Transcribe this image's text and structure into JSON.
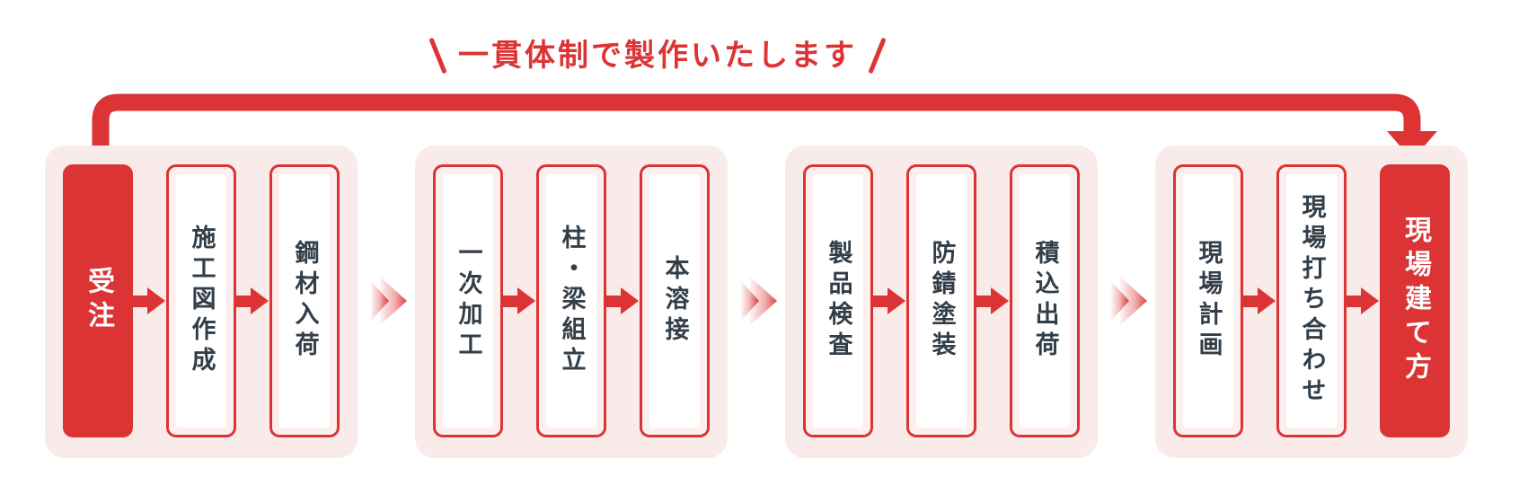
{
  "title": {
    "slash_left": "＼",
    "text": "一貫体制で製作いたします",
    "slash_right": "／"
  },
  "colors": {
    "accent_red": "#dc3434",
    "group_background": "#f8ebe9",
    "box_background": "#fcf0ee",
    "text_dark": "#333e48",
    "white": "#ffffff"
  },
  "flow": {
    "groups": [
      {
        "name": "order-and-preparation",
        "steps": [
          {
            "label": "受注",
            "type": "accent"
          },
          {
            "label": "施工図作成",
            "type": "normal"
          },
          {
            "label": "鋼材入荷",
            "type": "normal"
          }
        ]
      },
      {
        "name": "fabrication",
        "steps": [
          {
            "label": "一次加工",
            "type": "normal"
          },
          {
            "label": "柱・梁組立",
            "type": "normal"
          },
          {
            "label": "本溶接",
            "type": "normal"
          }
        ]
      },
      {
        "name": "inspection-and-shipping",
        "steps": [
          {
            "label": "製品検査",
            "type": "normal"
          },
          {
            "label": "防錆塗装",
            "type": "normal"
          },
          {
            "label": "積込出荷",
            "type": "normal"
          }
        ]
      },
      {
        "name": "site-work",
        "steps": [
          {
            "label": "現場計画",
            "type": "normal"
          },
          {
            "label": "現場打ち合わせ",
            "type": "normal"
          },
          {
            "label": "現場建て方",
            "type": "accent"
          }
        ]
      }
    ]
  }
}
